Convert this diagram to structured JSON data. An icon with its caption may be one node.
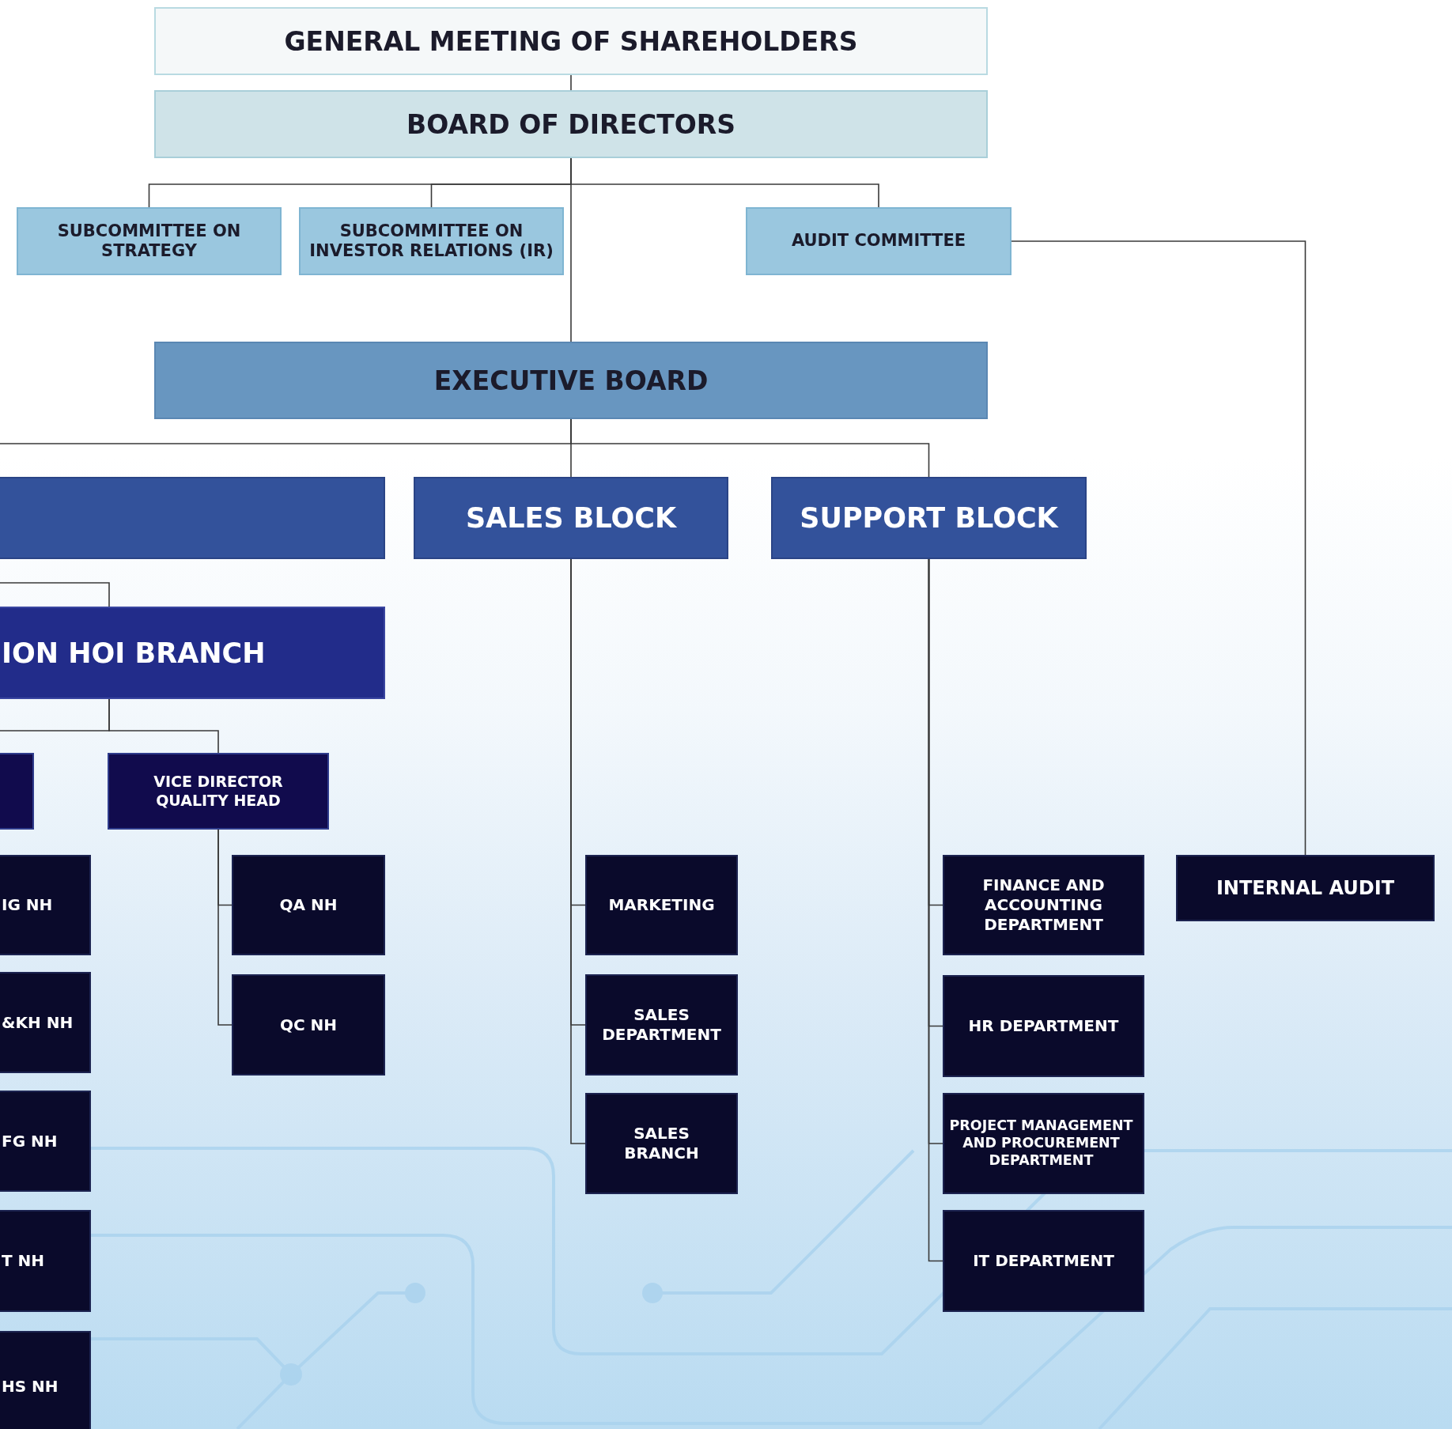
{
  "diagram": {
    "nodes": [
      {
        "text": [
          "GENERAL MEETING OF SHAREHOLDERS"
        ]
      },
      {
        "text": [
          "BOARD OF DIRECTORS"
        ]
      },
      {
        "text": [
          "SUBCOMMITTEE ON STRATEGY"
        ]
      },
      {
        "text": [
          "SUBCOMMITTEE ON INVESTOR RELATIONS (IR)"
        ]
      },
      {
        "text": [
          "AUDIT COMMITTEE"
        ]
      },
      {
        "text": [
          "EXECUTIVE BOARD"
        ]
      },
      {
        "text": [],
        "shape": "box"
      },
      {
        "text": [
          "SALES BLOCK"
        ]
      },
      {
        "text": [
          "SUPPORT BLOCK"
        ]
      },
      {
        "text": [
          "ION HOI BRANCH"
        ]
      },
      {
        "text": [],
        "shape": "box"
      },
      {
        "text": [
          "VICE DIRECTOR QUALITY HEAD"
        ]
      },
      {
        "text": [
          "IG NH"
        ]
      },
      {
        "text": [
          "&KH NH"
        ]
      },
      {
        "text": [
          "FG NH"
        ]
      },
      {
        "text": [
          "T NH"
        ]
      },
      {
        "text": [
          "HS NH"
        ]
      },
      {
        "text": [
          "QA NH"
        ]
      },
      {
        "text": [
          "QC NH"
        ]
      },
      {
        "text": [
          "MARKETING"
        ]
      },
      {
        "text": [
          "SALES DEPARTMENT"
        ]
      },
      {
        "text": [
          "SALES BRANCH"
        ]
      },
      {
        "text": [
          "FINANCE AND ACCOUNTING DEPARTMENT"
        ]
      },
      {
        "text": [
          "HR DEPARTMENT"
        ]
      },
      {
        "text": [
          "PROJECT MANAGEMENT AND PROCUREMENT DEPARTMENT"
        ]
      },
      {
        "text": [
          "IT DEPARTMENT"
        ]
      },
      {
        "text": [
          "INTERNAL AUDIT"
        ]
      }
    ],
    "edges": [
      {
        "from": 0,
        "to": 1,
        "arrow": "none"
      },
      {
        "from": 1,
        "to": 2,
        "arrow": "none"
      },
      {
        "from": 1,
        "to": 3,
        "arrow": "none"
      },
      {
        "from": 1,
        "to": 4,
        "arrow": "none"
      },
      {
        "from": 1,
        "to": 5,
        "arrow": "none"
      },
      {
        "from": 5,
        "to": 6,
        "arrow": "none"
      },
      {
        "from": 5,
        "to": 7,
        "arrow": "none"
      },
      {
        "from": 5,
        "to": 8,
        "arrow": "none"
      },
      {
        "from": 4,
        "to": 26,
        "arrow": "none"
      },
      {
        "from": 6,
        "to": 9,
        "arrow": "none"
      },
      {
        "from": 9,
        "to": 10,
        "arrow": "none"
      },
      {
        "from": 9,
        "to": 11,
        "arrow": "none"
      },
      {
        "from": 11,
        "to": 17,
        "arrow": "none"
      },
      {
        "from": 11,
        "to": 18,
        "arrow": "none"
      },
      {
        "from": 7,
        "to": 19,
        "arrow": "none"
      },
      {
        "from": 7,
        "to": 20,
        "arrow": "none"
      },
      {
        "from": 7,
        "to": 21,
        "arrow": "none"
      },
      {
        "from": 8,
        "to": 22,
        "arrow": "none"
      },
      {
        "from": 8,
        "to": 23,
        "arrow": "none"
      },
      {
        "from": 8,
        "to": 24,
        "arrow": "none"
      },
      {
        "from": 8,
        "to": 25,
        "arrow": "none"
      }
    ]
  }
}
